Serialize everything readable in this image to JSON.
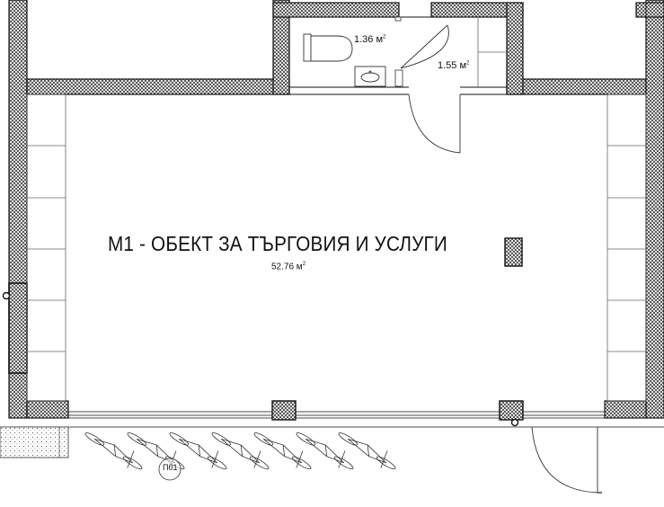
{
  "plan": {
    "room_title": "М1 - ОБЕКТ ЗА ТЪРГОВИЯ И УСЛУГИ",
    "main_area": "52.76 м",
    "wc_area": "1.36 м",
    "hall_area": "1.55 м",
    "area_unit_superscript": "2",
    "parking_label": "П01"
  },
  "colors": {
    "wall_line": "#111111",
    "hatch": "#222222",
    "background": "#ffffff"
  },
  "icons": [
    "toilet-icon",
    "sink-icon",
    "door-swing-icon",
    "bicycle-rack-icon",
    "column-icon"
  ]
}
